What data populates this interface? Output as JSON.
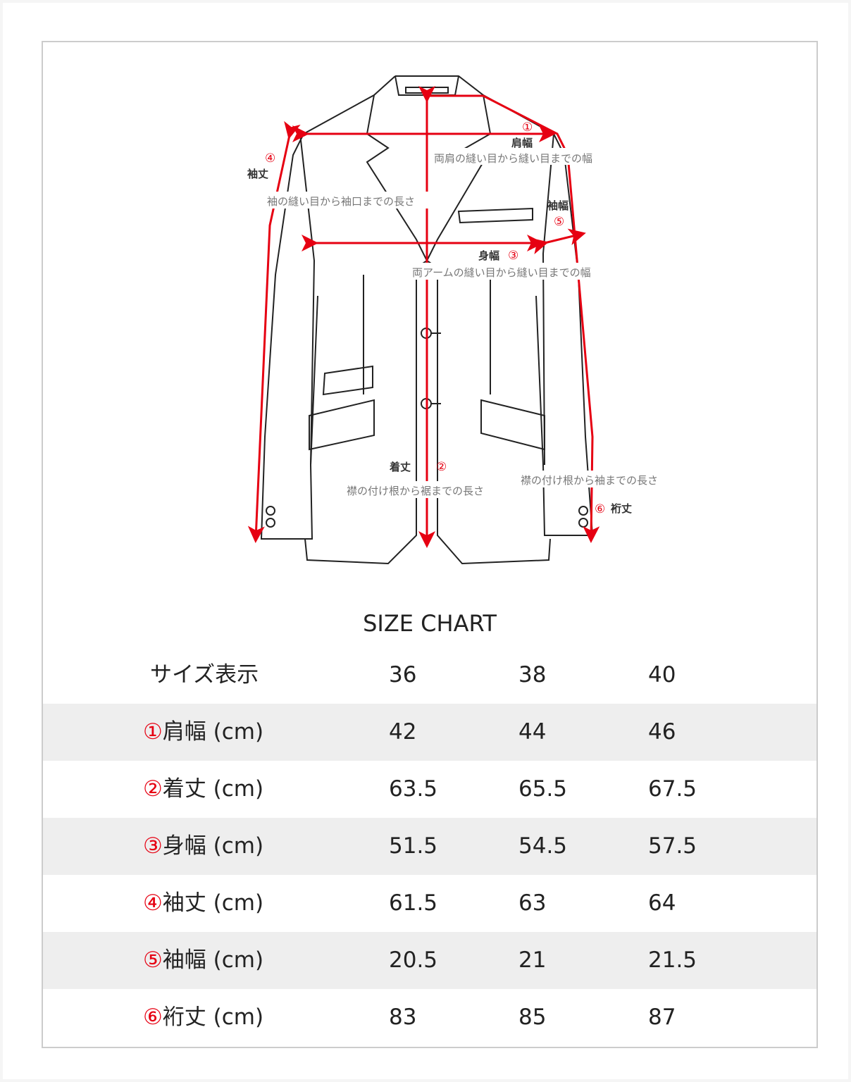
{
  "diagram": {
    "labels": {
      "m1_num": "①",
      "m1_name": "肩幅",
      "m1_desc": "両肩の縫い目から縫い目までの幅",
      "m2_num": "②",
      "m2_name": "着丈",
      "m2_desc": "襟の付け根から裾までの長さ",
      "m3_num": "③",
      "m3_name": "身幅",
      "m3_desc": "両アームの縫い目から縫い目までの幅",
      "m4_num": "④",
      "m4_name": "袖丈",
      "m4_desc": "袖の縫い目から袖口までの長さ",
      "m5_num": "⑤",
      "m5_name": "袖幅",
      "m6_num": "⑥",
      "m6_name": "裄丈",
      "m6_desc": "襟の付け根から袖までの長さ"
    },
    "accent_color": "#e60012"
  },
  "chart_title": "SIZE CHART",
  "table": {
    "header": {
      "label": "サイズ表示",
      "sizes": [
        "36",
        "38",
        "40"
      ]
    },
    "rows": [
      {
        "num": "①",
        "label": "肩幅 (cm)",
        "values": [
          "42",
          "44",
          "46"
        ]
      },
      {
        "num": "②",
        "label": "着丈 (cm)",
        "values": [
          "63.5",
          "65.5",
          "67.5"
        ]
      },
      {
        "num": "③",
        "label": "身幅 (cm)",
        "values": [
          "51.5",
          "54.5",
          "57.5"
        ]
      },
      {
        "num": "④",
        "label": "袖丈 (cm)",
        "values": [
          "61.5",
          "63",
          "64"
        ]
      },
      {
        "num": "⑤",
        "label": "袖幅 (cm)",
        "values": [
          "20.5",
          "21",
          "21.5"
        ]
      },
      {
        "num": "⑥",
        "label": "裄丈 (cm)",
        "values": [
          "83",
          "85",
          "87"
        ]
      }
    ]
  }
}
